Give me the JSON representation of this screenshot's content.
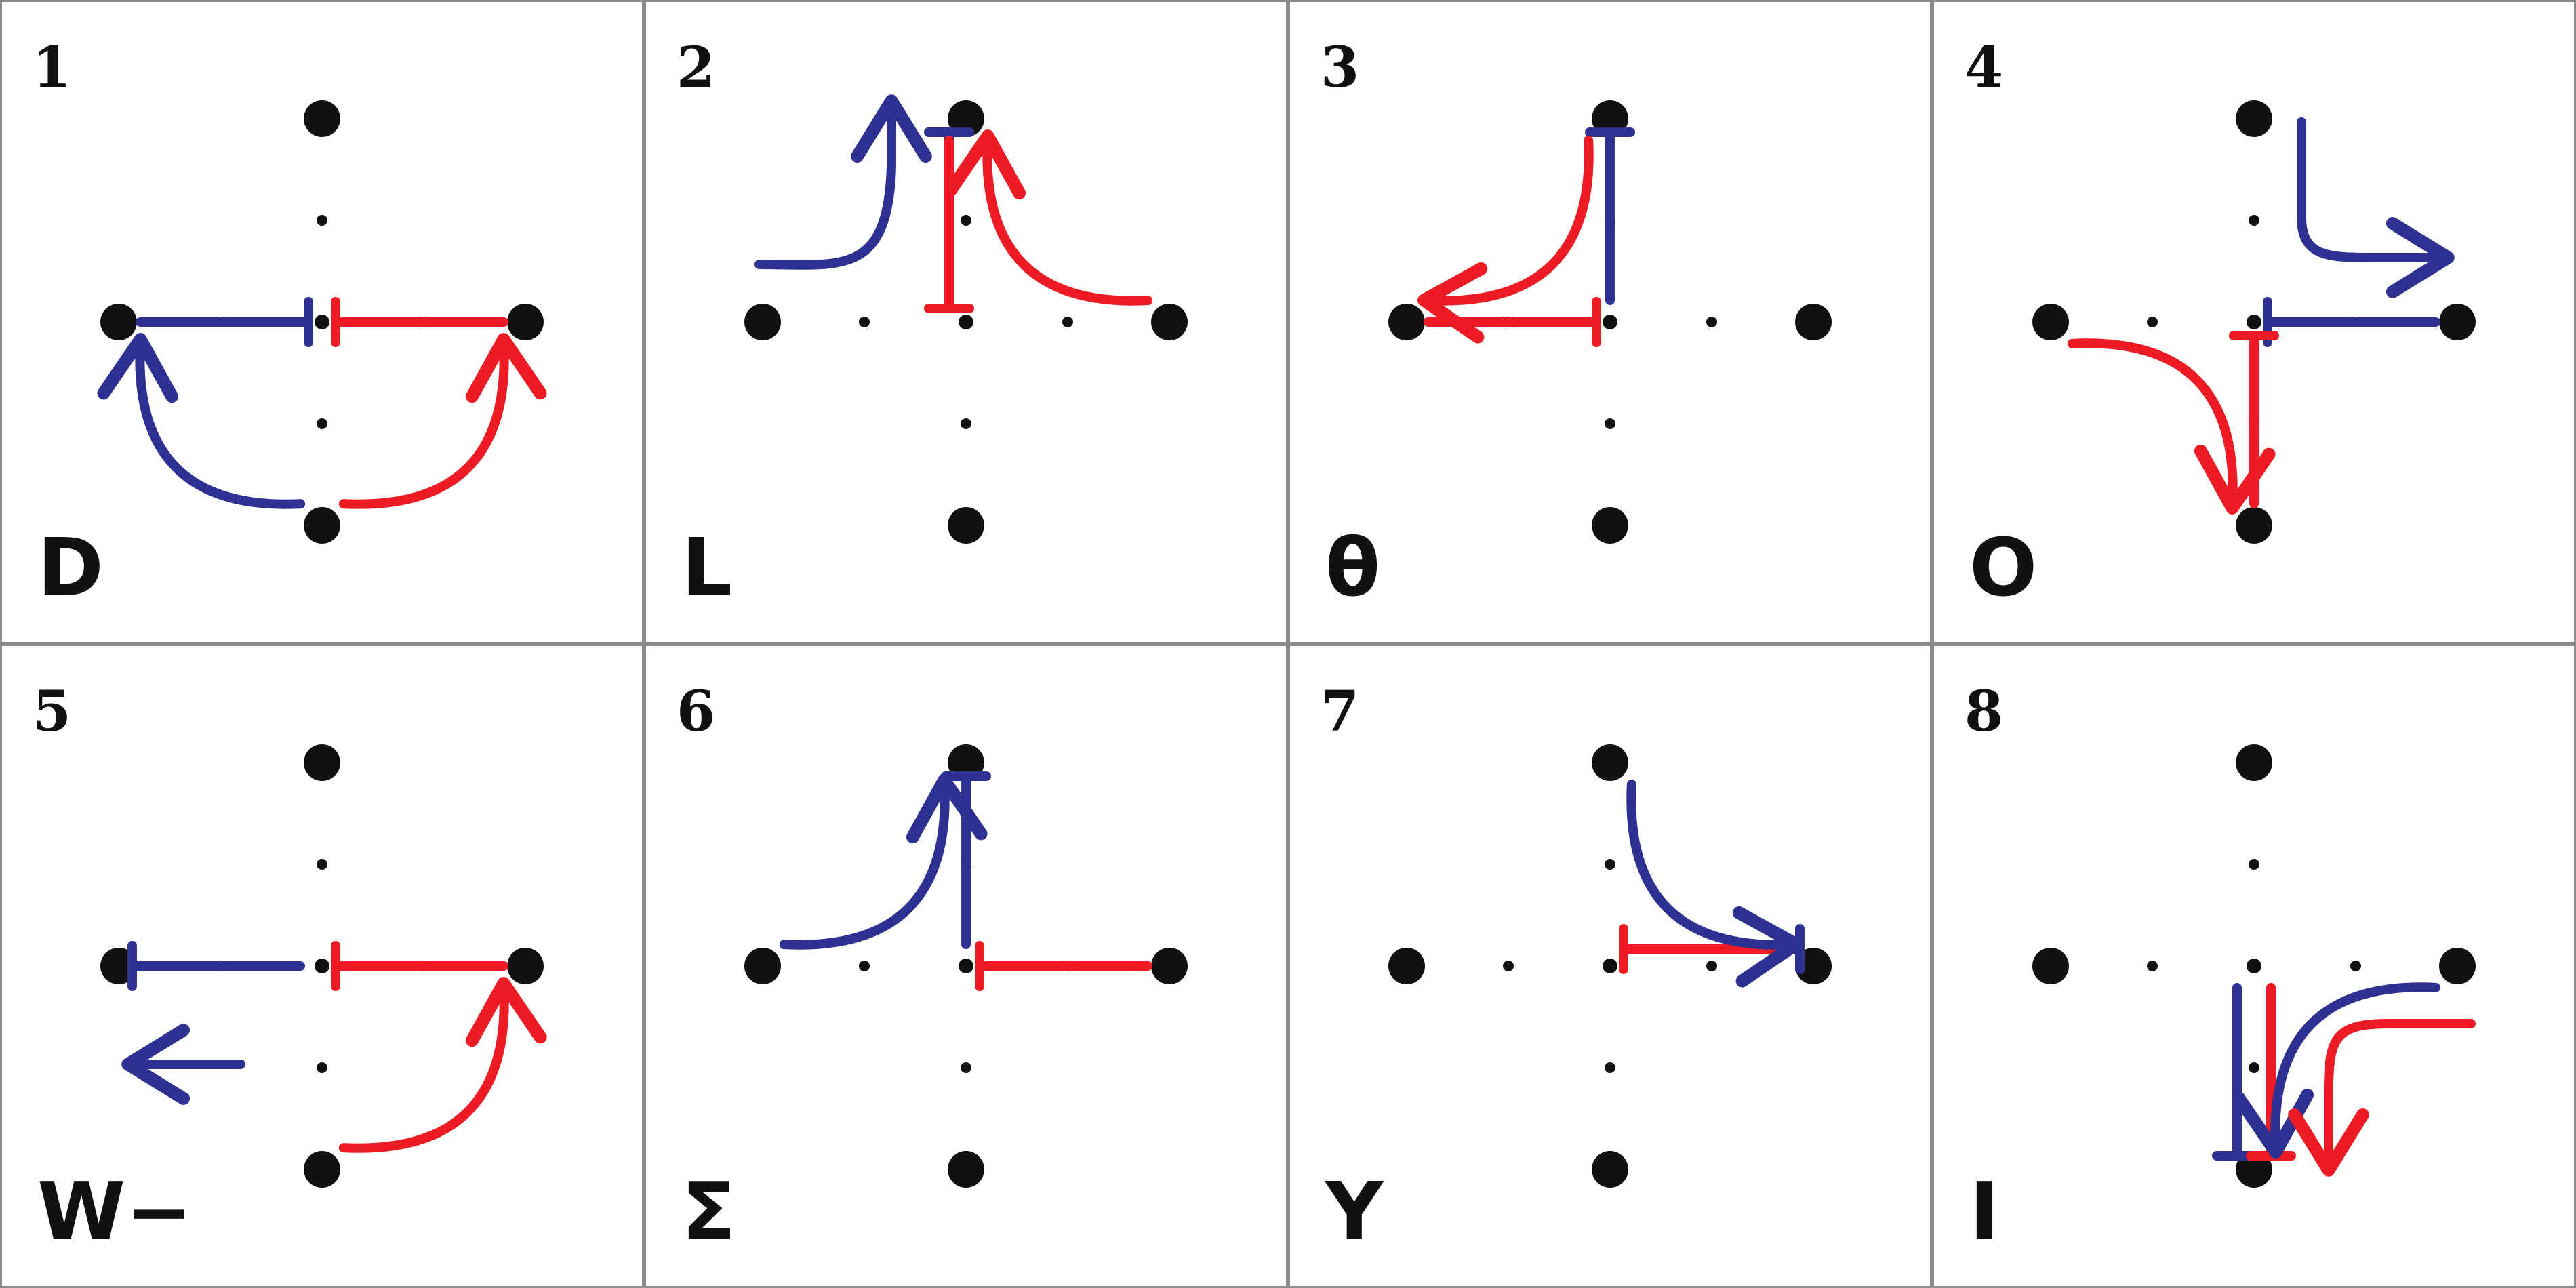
{
  "colors": {
    "blue": "#2e3192",
    "red": "#ed1c24",
    "ink": "#111111",
    "border": "#8a8a8a"
  },
  "panels": [
    {
      "number": "1",
      "symbol": "D",
      "strokes": [
        {
          "color": "blue",
          "kind": "bar",
          "from": "L",
          "to": "C"
        },
        {
          "color": "red",
          "kind": "bar",
          "from": "R",
          "to": "C"
        },
        {
          "color": "blue",
          "kind": "arrow",
          "from": "B",
          "to": "L",
          "bend": -1
        },
        {
          "color": "red",
          "kind": "arrow",
          "from": "B",
          "to": "R",
          "bend": 1
        }
      ]
    },
    {
      "number": "2",
      "symbol": "L",
      "strokes": [
        {
          "color": "blue",
          "kind": "bar",
          "from": "C",
          "to": "T",
          "offset": -25
        },
        {
          "color": "red",
          "kind": "bar",
          "from": "T",
          "to": "C",
          "offset": 25
        },
        {
          "color": "blue",
          "kind": "elbow",
          "from": "L",
          "to": "T",
          "offset": -100
        },
        {
          "color": "red",
          "kind": "arrow",
          "from": "R",
          "to": "T",
          "bend": -1
        }
      ]
    },
    {
      "number": "3",
      "symbol": "θ",
      "strokes": [
        {
          "color": "blue",
          "kind": "bar",
          "from": "C",
          "to": "T"
        },
        {
          "color": "red",
          "kind": "bar",
          "from": "L",
          "to": "C"
        },
        {
          "color": "red",
          "kind": "arrow",
          "from": "T",
          "to": "L",
          "bend": -1
        }
      ]
    },
    {
      "number": "4",
      "symbol": "O",
      "strokes": [
        {
          "color": "blue",
          "kind": "bar",
          "from": "R",
          "to": "C"
        },
        {
          "color": "red",
          "kind": "bar",
          "from": "B",
          "to": "C"
        },
        {
          "color": "blue",
          "kind": "elbow2",
          "from": "T",
          "to": "R"
        },
        {
          "color": "red",
          "kind": "arrow",
          "from": "L",
          "to": "B",
          "bend": -1
        }
      ]
    },
    {
      "number": "5",
      "symbol": "W−",
      "strokes": [
        {
          "color": "blue",
          "kind": "bar",
          "from": "C",
          "to": "L"
        },
        {
          "color": "red",
          "kind": "bar",
          "from": "R",
          "to": "C"
        },
        {
          "color": "blue",
          "kind": "straightArrow",
          "from": "C",
          "to": "L",
          "offset": -145
        },
        {
          "color": "red",
          "kind": "arrow",
          "from": "B",
          "to": "R",
          "bend": 1
        }
      ]
    },
    {
      "number": "6",
      "symbol": "Σ",
      "strokes": [
        {
          "color": "blue",
          "kind": "bar",
          "from": "C",
          "to": "T"
        },
        {
          "color": "red",
          "kind": "bar",
          "from": "R",
          "to": "C"
        },
        {
          "color": "blue",
          "kind": "arrow",
          "from": "L",
          "to": "T",
          "bend": 1
        }
      ]
    },
    {
      "number": "7",
      "symbol": "Y",
      "strokes": [
        {
          "color": "blue",
          "kind": "bar",
          "from": "C",
          "to": "R",
          "offset": -25
        },
        {
          "color": "red",
          "kind": "bar",
          "from": "R",
          "to": "C",
          "offset": 25
        },
        {
          "color": "blue",
          "kind": "arrow",
          "from": "T",
          "to": "R",
          "bend": 1
        }
      ]
    },
    {
      "number": "8",
      "symbol": "I",
      "strokes": [
        {
          "color": "blue",
          "kind": "bar",
          "from": "C",
          "to": "B",
          "offset": 25
        },
        {
          "color": "red",
          "kind": "bar",
          "from": "C",
          "to": "B",
          "offset": -25
        },
        {
          "color": "blue",
          "kind": "arrow",
          "from": "R",
          "to": "B",
          "bend": 1
        },
        {
          "color": "red",
          "kind": "elbow3",
          "from": "R",
          "to": "B"
        }
      ]
    }
  ]
}
